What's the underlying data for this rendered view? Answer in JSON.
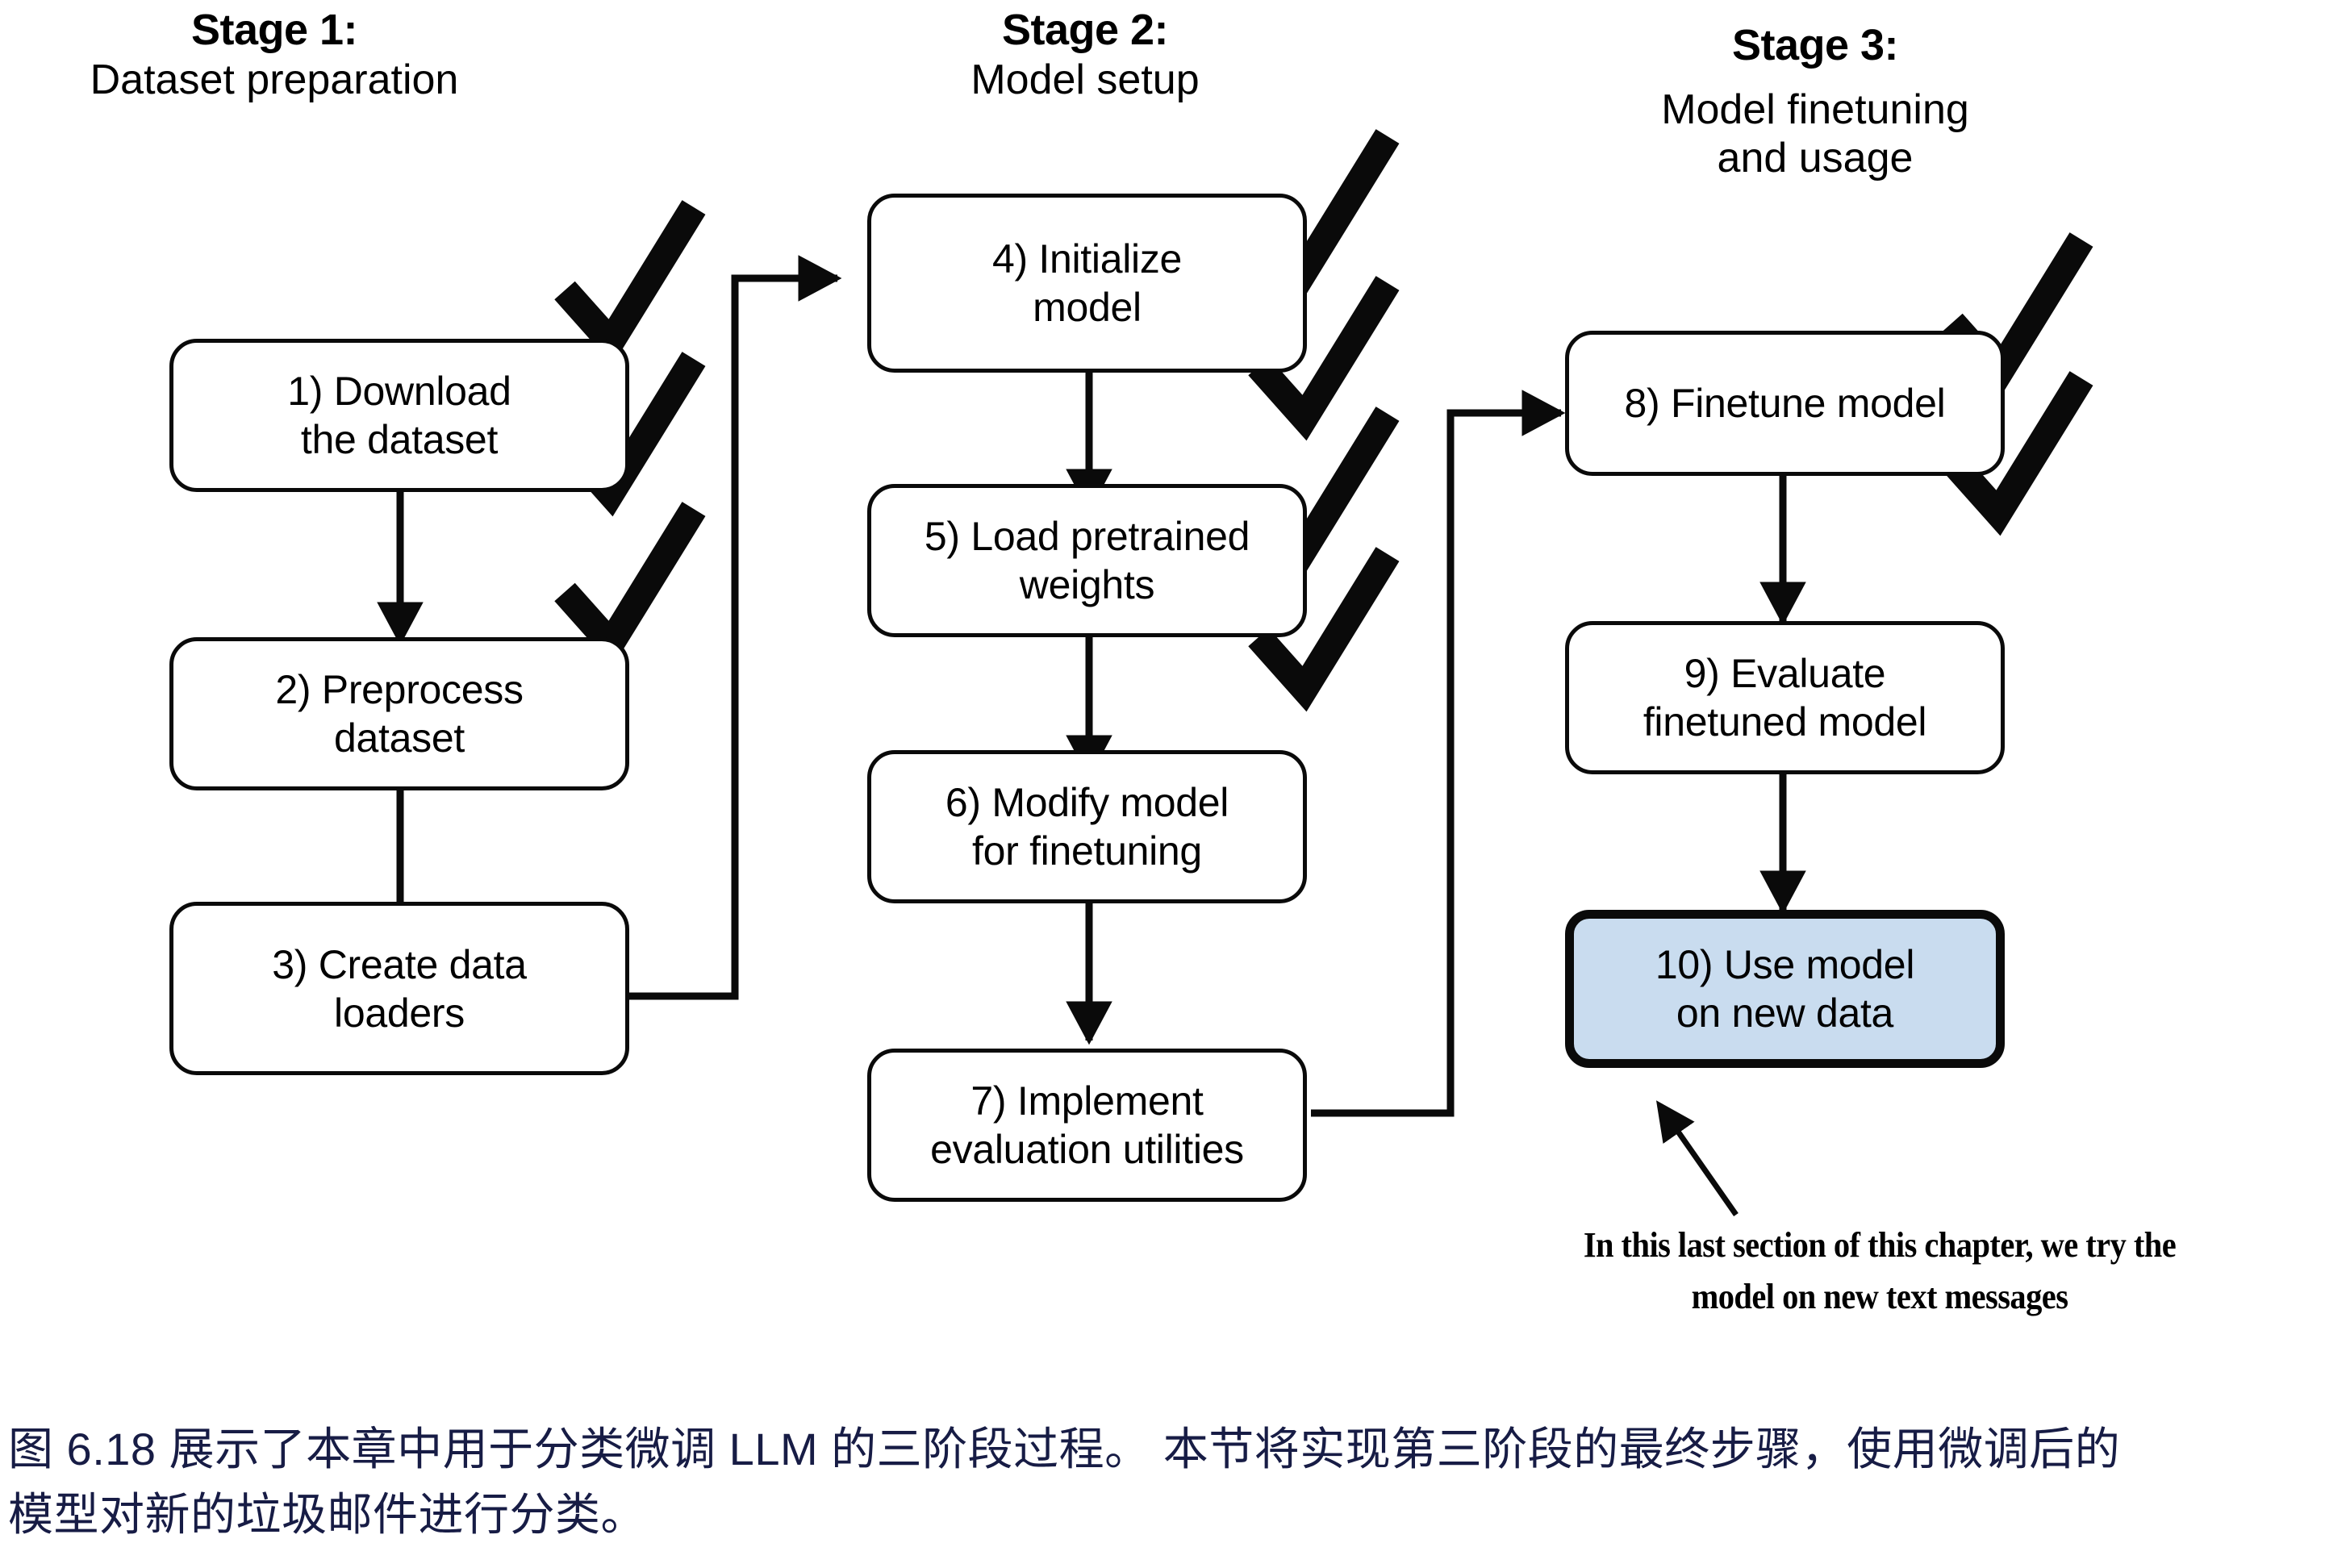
{
  "diagram": {
    "stages": [
      {
        "id": "stage-1",
        "title": "Stage 1:",
        "subtitle": "Dataset preparation"
      },
      {
        "id": "stage-2",
        "title": "Stage 2:",
        "subtitle": "Model setup"
      },
      {
        "id": "stage-3",
        "title": "Stage 3:",
        "subtitle": "Model finetuning\nand usage"
      }
    ],
    "nodes": [
      {
        "id": "node-1",
        "line1": "1) Download",
        "line2": "the dataset",
        "checked": true,
        "highlight": false
      },
      {
        "id": "node-2",
        "line1": "2) Preprocess",
        "line2": "dataset",
        "checked": true,
        "highlight": false
      },
      {
        "id": "node-3",
        "line1": "3) Create data",
        "line2": "loaders",
        "checked": true,
        "highlight": false
      },
      {
        "id": "node-4",
        "line1": "4) Initialize",
        "line2": "model",
        "checked": true,
        "highlight": false
      },
      {
        "id": "node-5",
        "line1": "5) Load pretrained",
        "line2": "weights",
        "checked": true,
        "highlight": false
      },
      {
        "id": "node-6",
        "line1": "6) Modify model",
        "line2": "for finetuning",
        "checked": true,
        "highlight": false
      },
      {
        "id": "node-7",
        "line1": "7) Implement",
        "line2": "evaluation utilities",
        "checked": true,
        "highlight": false
      },
      {
        "id": "node-8",
        "line1": "8) Finetune model",
        "line2": "",
        "checked": true,
        "highlight": false
      },
      {
        "id": "node-9",
        "line1": "9) Evaluate",
        "line2": "finetuned model",
        "checked": true,
        "highlight": false
      },
      {
        "id": "node-10",
        "line1": "10) Use model",
        "line2": "on new data",
        "checked": false,
        "highlight": true
      }
    ],
    "annotation": {
      "line1": "In this last section of this chapter, we try the",
      "line2": "model on new text messages"
    },
    "colors": {
      "highlight_fill": "#c9dcef",
      "stroke": "#0a0a0a",
      "caption_text": "#171c45"
    }
  },
  "caption": {
    "line1": "图 6.18 展示了本章中用于分类微调 LLM 的三阶段过程。 本节将实现第三阶段的最终步骤，使用微调后的",
    "line2": "模型对新的垃圾邮件进行分类。"
  }
}
